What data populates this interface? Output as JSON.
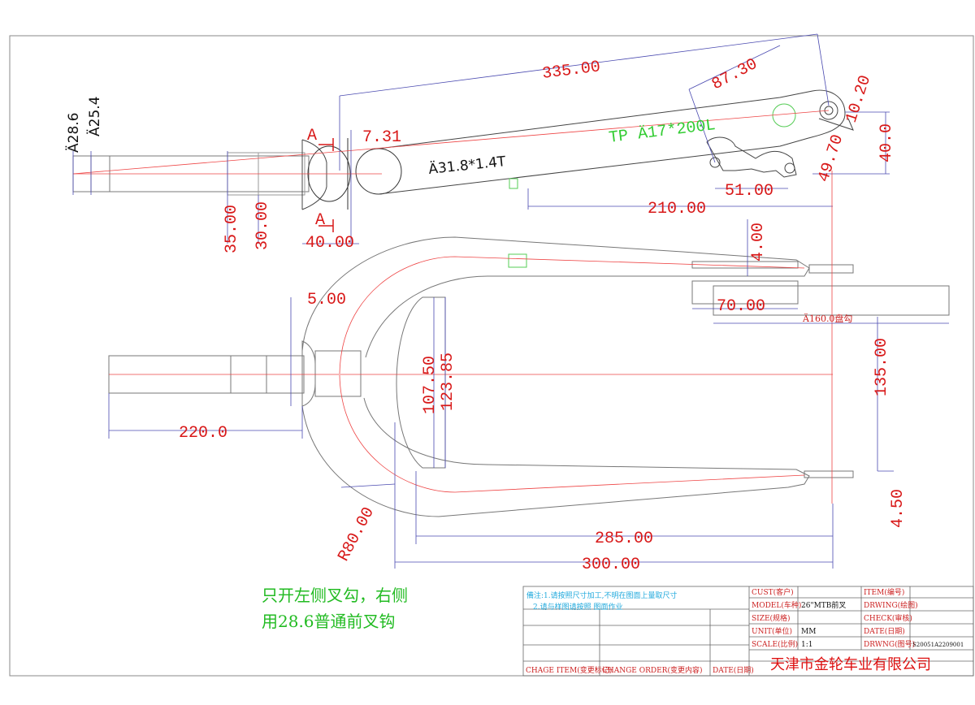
{
  "dimensions": {
    "d_335": "335.00",
    "d_87_30": "87.30",
    "d_10_20": "10.20",
    "d_40_right": "40.0",
    "d_49_70": "49.70",
    "d_51": "51.00",
    "d_210": "210.00",
    "d_7_31": "7.31",
    "d_35": "35.00",
    "d_30": "30.00",
    "d_40_bottom": "40.00",
    "d_4": "4.00",
    "d_70": "70.00",
    "d_5": "5.00",
    "d_107_50": "107.50",
    "d_123_85": "123.85",
    "d_135": "135.00",
    "d_220": "220.0",
    "d_4_50": "4.50",
    "d_285": "285.00",
    "d_300": "300.00",
    "d_r80": "R80.00"
  },
  "labels": {
    "dia_28_6": "Ä28.6",
    "dia_25_4": "Ä25.4",
    "tube_spec": "Ä31.8*1.4T",
    "taper_spec": "TP Ä17*200L",
    "axle_spec": "Ä160.0盘勾",
    "section_a_top": "A",
    "section_a_bottom": "A"
  },
  "note": {
    "line1": "只开左侧叉勾，右侧",
    "line2": "用28.6普通前叉钩"
  },
  "title_block": {
    "remark1": "備注:1.请按照尺寸加工,不明在图面上量取尺寸",
    "remark2": "2.请与样图请按照          图面作业",
    "cust_label": "CUST(客户)",
    "model_label": "MODEL(车种)",
    "model_value": "26\"MTB前叉",
    "size_label": "SIZE(规格)",
    "unit_label": "UNIT(单位)",
    "unit_value": "MM",
    "scale_label": "SCALE(比例)",
    "scale_value": "1:1",
    "item_label": "ITEM(编号)",
    "drawing_label": "DRWING(绘图)",
    "check_label": "CHECK(审核)",
    "date_label": "DATE(日期)",
    "drwing_no_label": "DRWNG(图号)",
    "drwing_no_value": "S20051A2209001",
    "change_item": "CHAGE ITEM(变更标记)",
    "change_order": "CHANGE ORDER(变更内容)",
    "change_date": "DATE(日期)",
    "company": "天津市金轮车业有限公司"
  }
}
